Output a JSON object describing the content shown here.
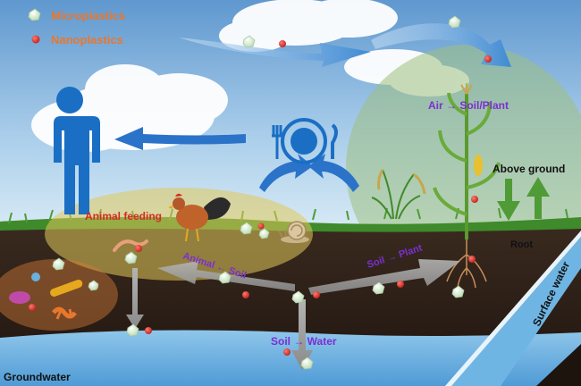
{
  "legend": {
    "micro_label": "Microplastics",
    "nano_label": "Nanoplastics"
  },
  "labels": {
    "air_soil_plant": "Air → Soil/Plant",
    "above_ground": "Above ground",
    "root": "Root",
    "animal_feeding": "Animal feeding",
    "animal_soil": "Animal ← Soil",
    "soil_plant": "Soil → Plant",
    "soil_water": "Soil → Water",
    "surface_water": "Surface water",
    "groundwater": "Groundwater"
  },
  "colors": {
    "legend_text": "#e8772e",
    "purple_text": "#7b2fd0",
    "arrow_blue": "#2b73c9",
    "person_blue": "#1a6fc4",
    "nanoplastic_red": "#d42a24",
    "water_blue": "#5ea8de"
  },
  "icons": [
    "person-icon",
    "plate-cutlery-icon",
    "rooster-icon",
    "snail-icon",
    "worm-icon",
    "corn-plant-icon",
    "rice-plant-icon",
    "bacteria-icon"
  ]
}
